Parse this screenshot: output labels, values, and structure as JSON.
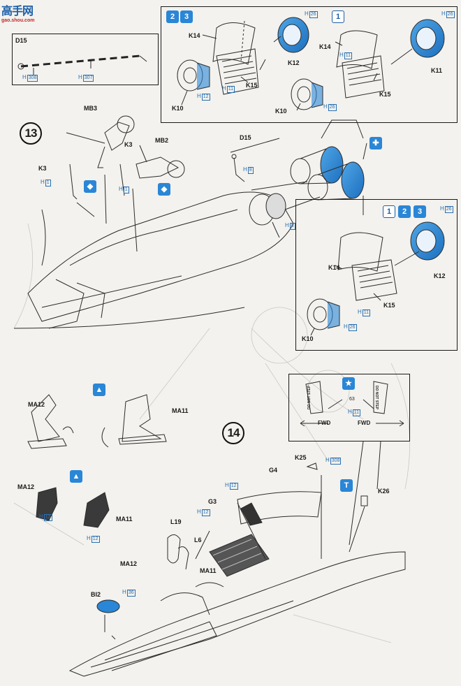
{
  "watermark": {
    "text": "高手网",
    "url": "gao.shou.com"
  },
  "steps": [
    "13",
    "14"
  ],
  "labels": {
    "d15_box": "D15",
    "d15": "D15",
    "mb3": "MB3",
    "mb2": "MB2",
    "k3a": "K3",
    "k3b": "K3",
    "k14a": "K14",
    "k12a": "K12",
    "k15a": "K15",
    "k10a": "K10",
    "k14b": "K14",
    "k11b": "K11",
    "k15b": "K15",
    "k10b": "K10",
    "k14c": "K14",
    "k12c": "K12",
    "k15c": "K15",
    "k10c": "K10",
    "ma12a": "MA12",
    "ma11a": "MA11",
    "ma12b": "MA12",
    "ma11b": "MA11",
    "ma12c": "MA12",
    "ma11c": "MA11",
    "l19": "L19",
    "l6": "L6",
    "bi2": "BI2",
    "g3": "G3",
    "g4": "G4",
    "k25": "K25",
    "k26": "K26"
  },
  "colors": {
    "H308": "308",
    "H307": "307",
    "H1": "1",
    "H8": "8",
    "H11": "11",
    "H12": "12",
    "H26": "26",
    "H36": "36"
  },
  "color_prefix": "H",
  "insert": {
    "fwd_left": "FWD",
    "fwd_right": "FWD",
    "warn": "DO NOT STEP",
    "code": "63"
  },
  "number_badges": {
    "top_left": [
      "2",
      "3"
    ],
    "top_right": [
      "1"
    ],
    "mid_right": [
      "1",
      "2",
      "3"
    ]
  },
  "accent": "#2a86d6"
}
